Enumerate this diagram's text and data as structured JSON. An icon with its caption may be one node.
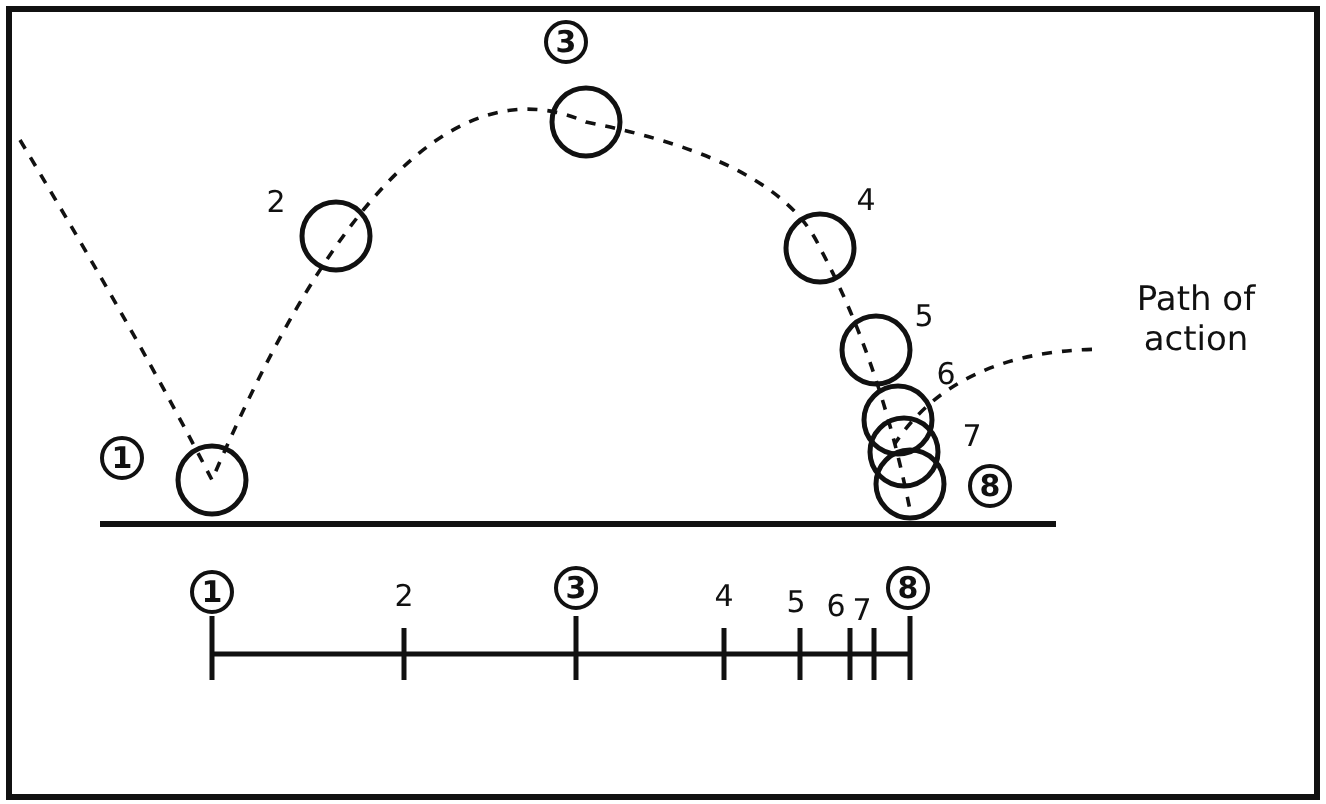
{
  "diagram": {
    "nodes": [
      {
        "text": [
          "Path of action"
        ]
      },
      {
        "text": [],
        "shape": "curve"
      }
    ],
    "edges": [
      {
        "from": 0,
        "to": 1,
        "arrow": "none",
        "style": "dashed"
      }
    ],
    "labels": [
      "1",
      "2",
      "3",
      "4",
      "5",
      "6",
      "7",
      "8",
      "1",
      "2",
      "3",
      "4",
      "5",
      "6",
      "7",
      "8"
    ]
  }
}
